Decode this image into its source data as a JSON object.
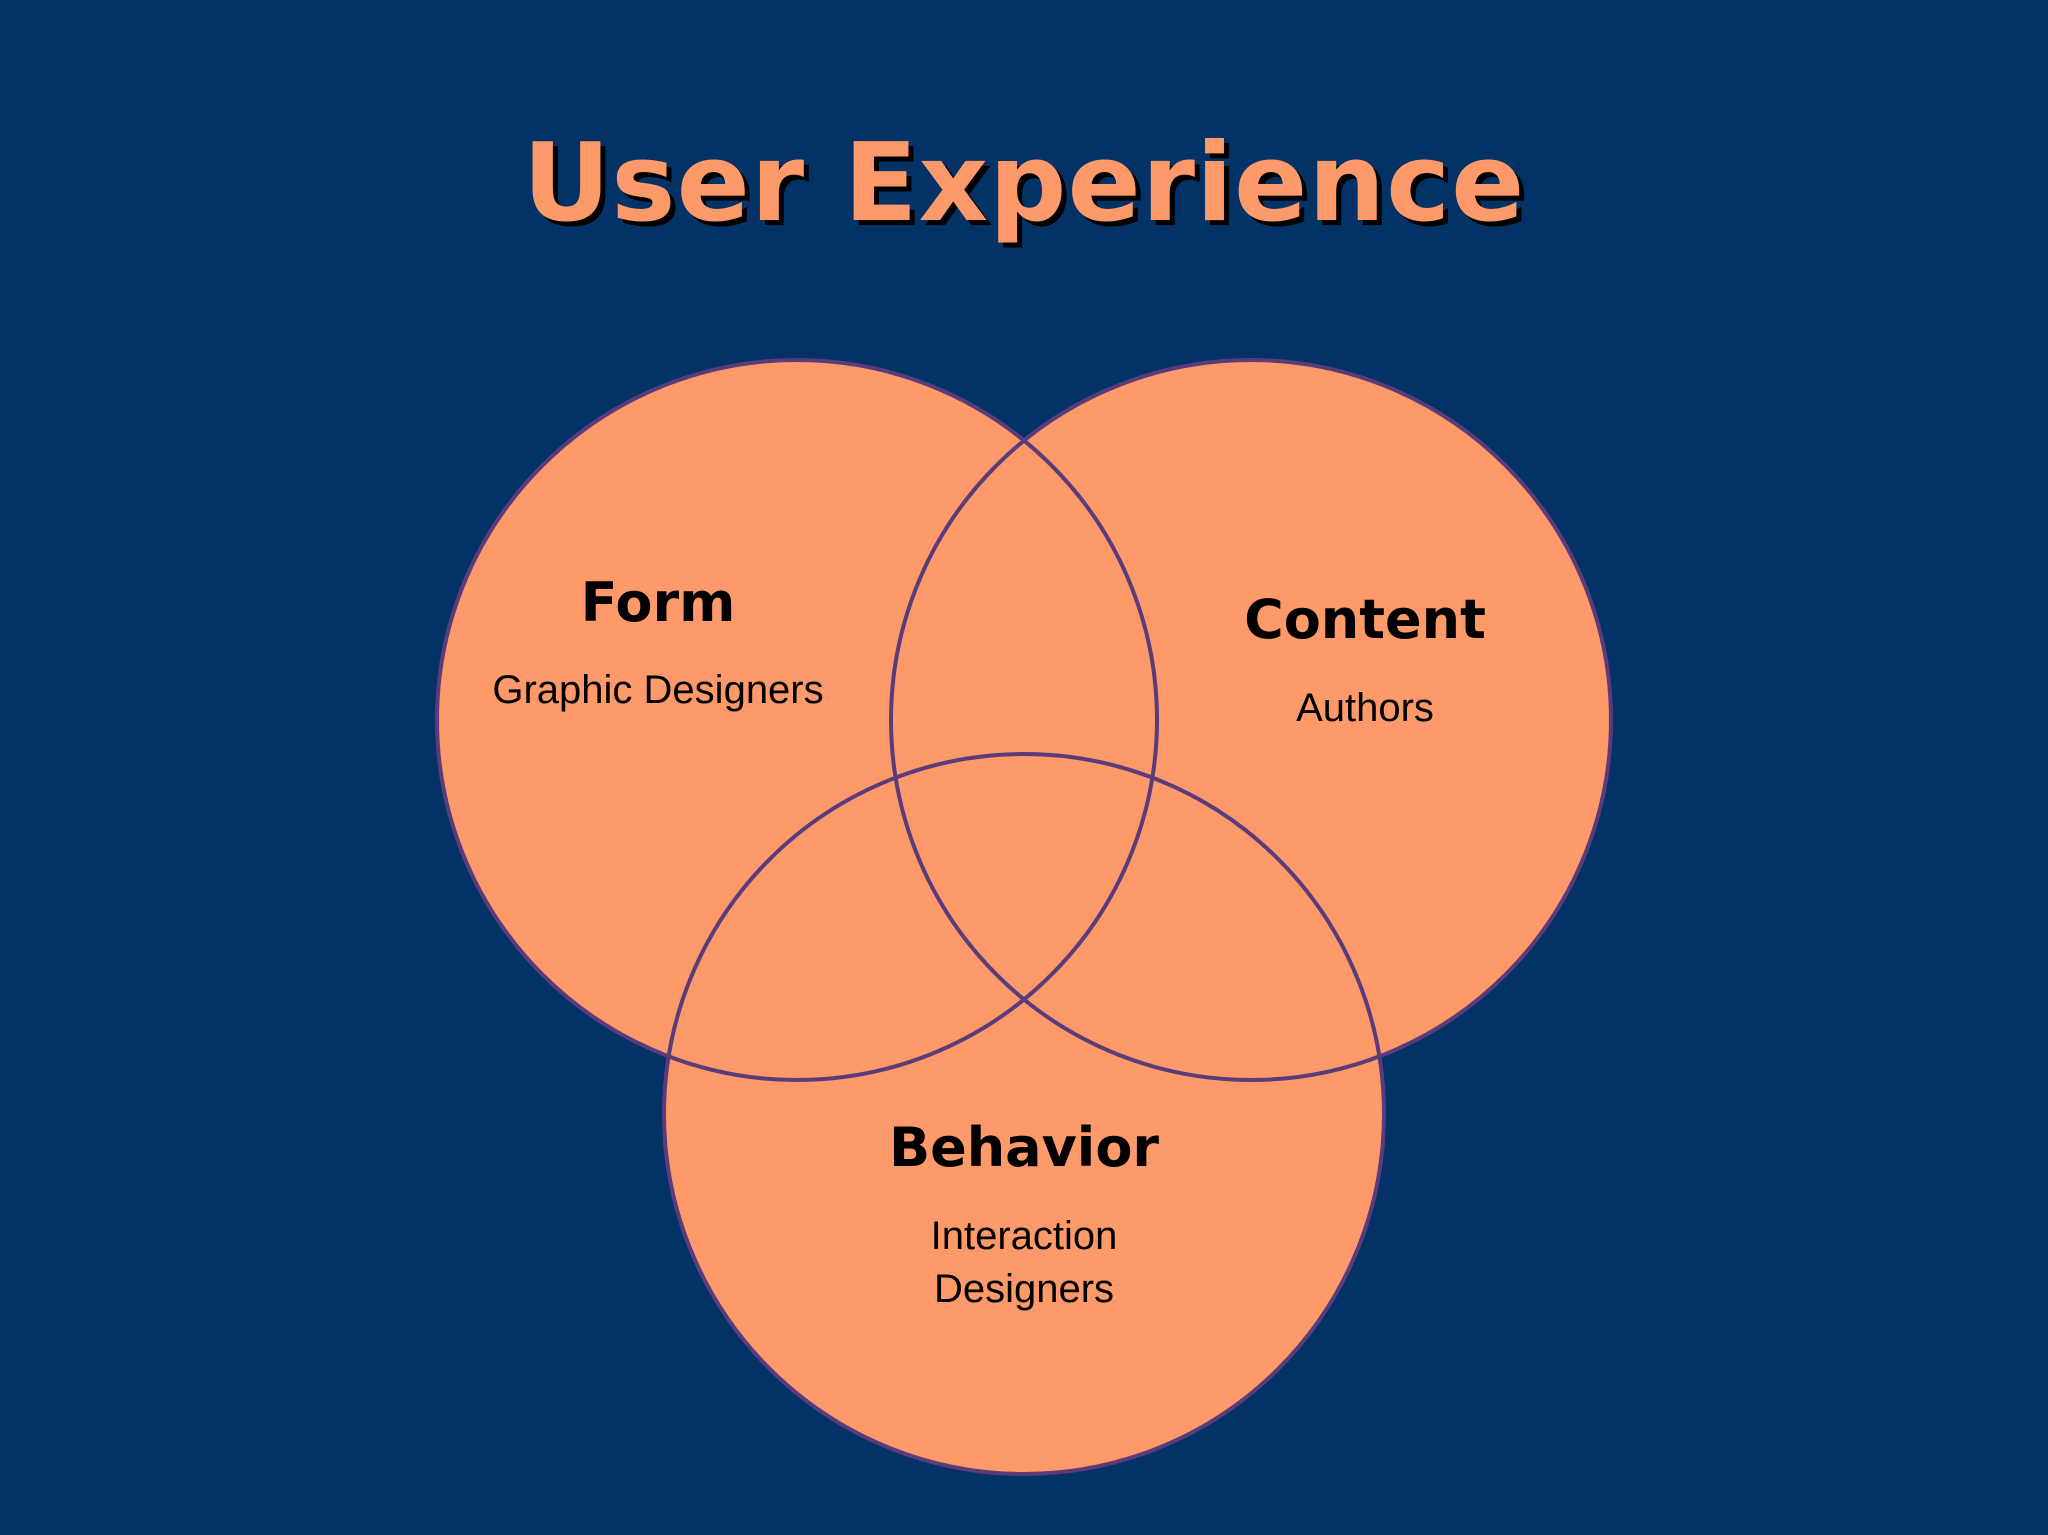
{
  "colors": {
    "background": "#033266",
    "circle_fill": "#FE9969",
    "circle_stroke": "#5B3C7B",
    "title": "#FE9969",
    "text": "#000000"
  },
  "title": "User Experience",
  "venn": {
    "sets": [
      {
        "id": "form",
        "name": "Form",
        "role": "Graphic Designers"
      },
      {
        "id": "content",
        "name": "Content",
        "role": "Authors"
      },
      {
        "id": "behavior",
        "name": "Behavior",
        "role_lines": [
          "Interaction",
          "Designers"
        ]
      }
    ]
  }
}
